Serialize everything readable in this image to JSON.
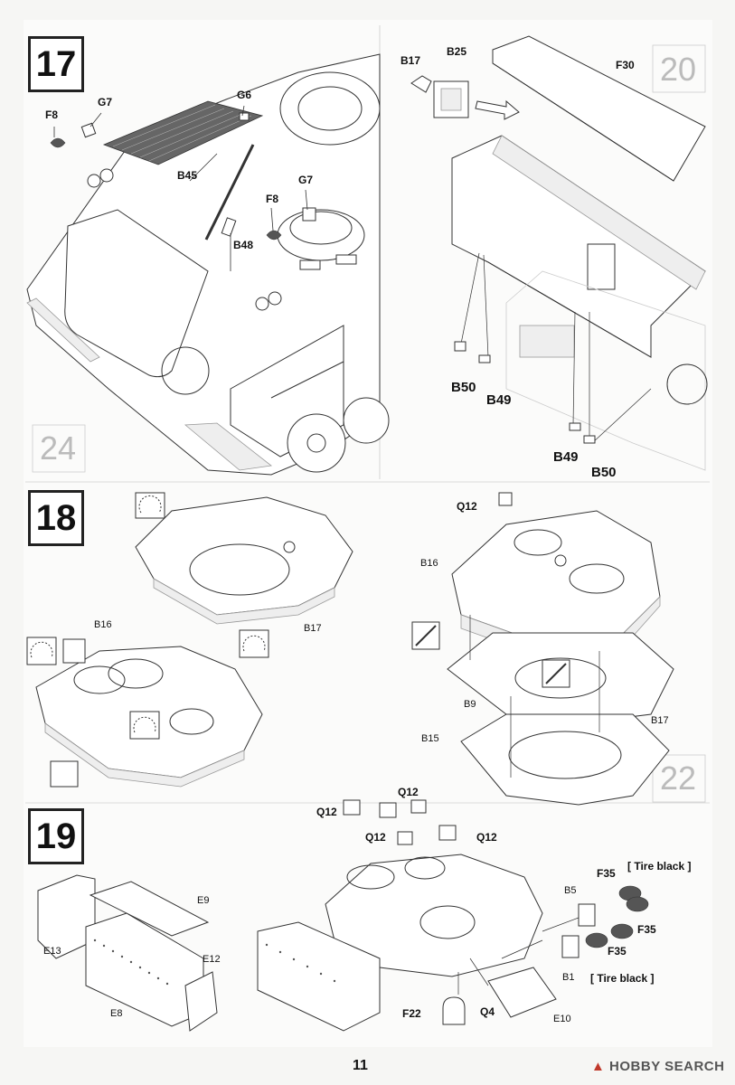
{
  "steps": {
    "s17": {
      "number": "17",
      "labels": {
        "f8_a": "F8",
        "g7_a": "G7",
        "g6": "G6",
        "b45": "B45",
        "g7_b": "G7",
        "f8_b": "F8",
        "b48": "B48",
        "b17": "B17",
        "b25": "B25",
        "f30": "F30",
        "b50_a": "B50",
        "b49_a": "B49",
        "b49_b": "B49",
        "b50_b": "B50"
      }
    },
    "s18": {
      "number": "18",
      "labels": {
        "b17_a": "B17",
        "b16_a": "B16",
        "q12": "Q12",
        "b16_b": "B16",
        "b9": "B9",
        "b17_b": "B17",
        "b15": "B15"
      }
    },
    "s19": {
      "number": "19",
      "labels": {
        "e9": "E9",
        "e13": "E13",
        "e12": "E12",
        "e8": "E8",
        "q12_a": "Q12",
        "q12_b": "Q12",
        "q12_c": "Q12",
        "q12_d": "Q12",
        "f35_a": "F35",
        "tire_black_a": "[ Tire black ]",
        "b5": "B5",
        "f35_b": "F35",
        "f35_c": "F35",
        "tire_black_b": "[ Tire black ]",
        "b1": "B1",
        "q4": "Q4",
        "f22": "F22",
        "e10": "E10"
      }
    }
  },
  "ghost_numbers": {
    "n20": "20",
    "n24": "24",
    "n22": "22"
  },
  "page_number": "11",
  "watermark": {
    "brand": "HOBBY SEARCH"
  },
  "colors": {
    "ink": "#222222",
    "paper": "#fbfbfa",
    "accent_watermark": "#c0392b"
  }
}
